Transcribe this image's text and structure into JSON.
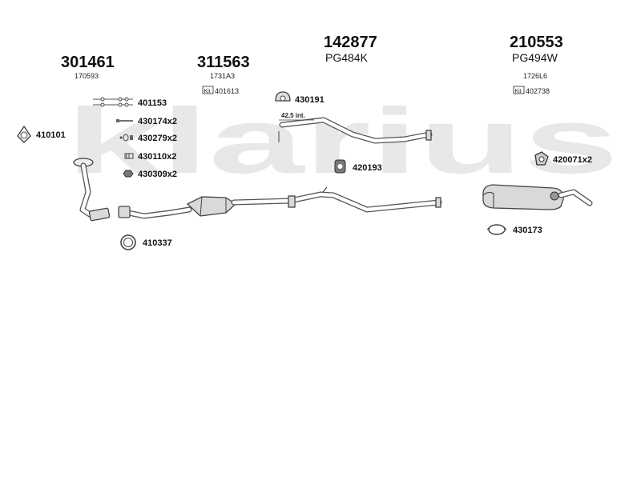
{
  "watermark": "klarius",
  "headers": [
    {
      "code": "301461",
      "ref": "170593"
    },
    {
      "code": "311563",
      "ref": "1731A3",
      "kit": "401613"
    },
    {
      "code": "142877",
      "ref": "PG484K"
    },
    {
      "code": "210553",
      "ref": "PG494W",
      "ref2": "1726L6",
      "kit": "402738"
    }
  ],
  "kit_badge": "Kit",
  "dimension_label": "42,5 int.",
  "fittings": [
    {
      "label": "401153",
      "icon": "clamp-set-icon"
    },
    {
      "label": "430174x2",
      "icon": "bolt-icon"
    },
    {
      "label": "430279x2",
      "icon": "spring-bolt-icon"
    },
    {
      "label": "430110x2",
      "icon": "stud-icon"
    },
    {
      "label": "430309x2",
      "icon": "nut-icon"
    },
    {
      "label": "410101",
      "icon": "gasket-icon"
    },
    {
      "label": "410337",
      "icon": "ring-gasket-icon"
    },
    {
      "label": "430191",
      "icon": "rubber-hanger-icon"
    },
    {
      "label": "420193",
      "icon": "mounting-rubber-icon"
    },
    {
      "label": "420071x2",
      "icon": "hanger-icon"
    },
    {
      "label": "430173",
      "icon": "pipe-clamp-icon"
    }
  ]
}
